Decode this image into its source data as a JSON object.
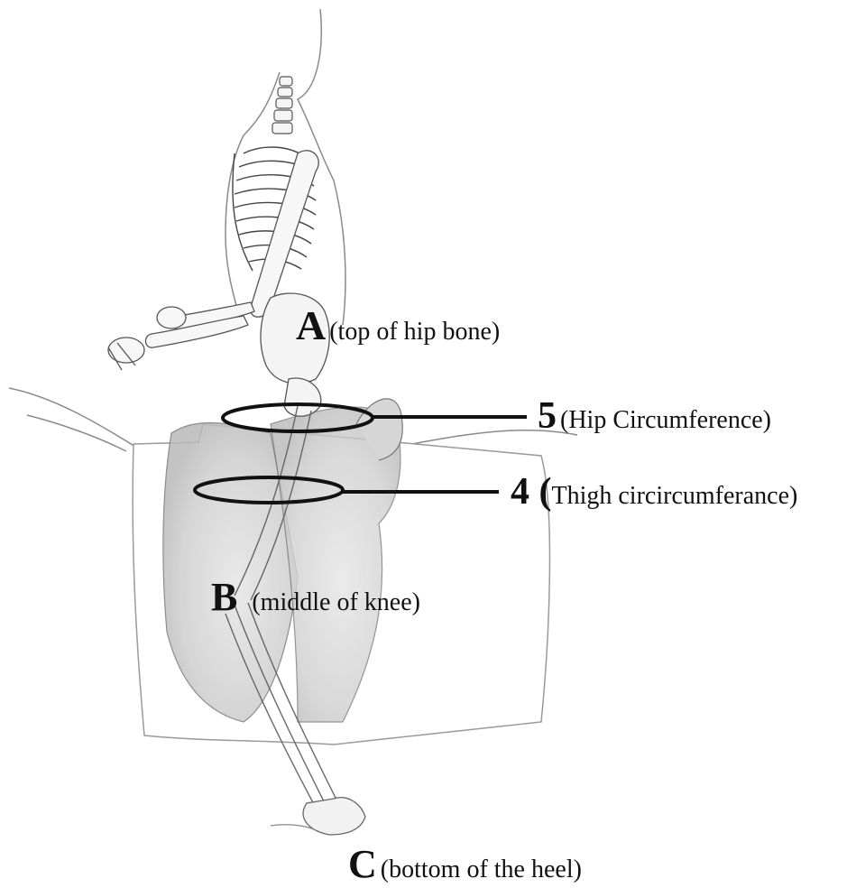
{
  "labels": {
    "a": {
      "letter": "A",
      "text": "(top of hip bone)"
    },
    "b": {
      "letter": "B",
      "text": "(middle of knee)"
    },
    "c": {
      "letter": "C",
      "text": "(bottom of the heel)"
    },
    "m5": {
      "number": "5",
      "text": "(Hip Circumference)"
    },
    "m4": {
      "number": "4 (",
      "text": "Thigh circircumferance)"
    }
  },
  "colors": {
    "ink": "#111111",
    "sketch": "#8a8a8a",
    "shade": "#c9c9c9"
  }
}
